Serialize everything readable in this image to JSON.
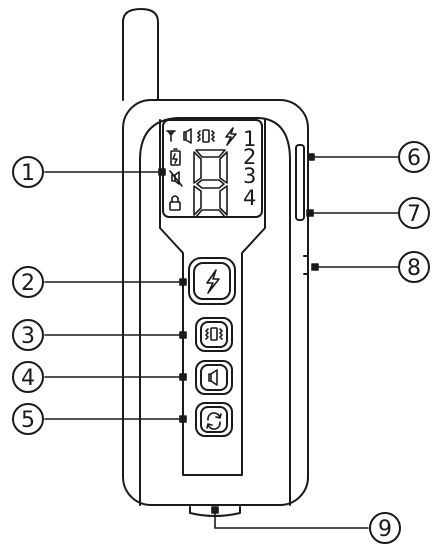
{
  "callouts": [
    "1",
    "2",
    "3",
    "4",
    "5",
    "6",
    "7",
    "8",
    "9"
  ],
  "lcd": {
    "channel_numbers": [
      "1",
      "2",
      "3",
      "4"
    ],
    "top_icons": [
      "antenna-icon",
      "speaker-icon",
      "vibration-icon",
      "lightning-icon"
    ],
    "side_icons": [
      "battery-icon",
      "mute-icon",
      "lock-icon"
    ],
    "digit": "8"
  },
  "buttons": [
    {
      "name": "shock-button",
      "icon": "lightning-icon"
    },
    {
      "name": "vibration-button",
      "icon": "vibration-icon"
    },
    {
      "name": "tone-button",
      "icon": "speaker-icon"
    },
    {
      "name": "mode-button",
      "icon": "cycle-icon"
    }
  ],
  "colors": {
    "stroke": "#1a1a1a",
    "background": "#ffffff"
  }
}
